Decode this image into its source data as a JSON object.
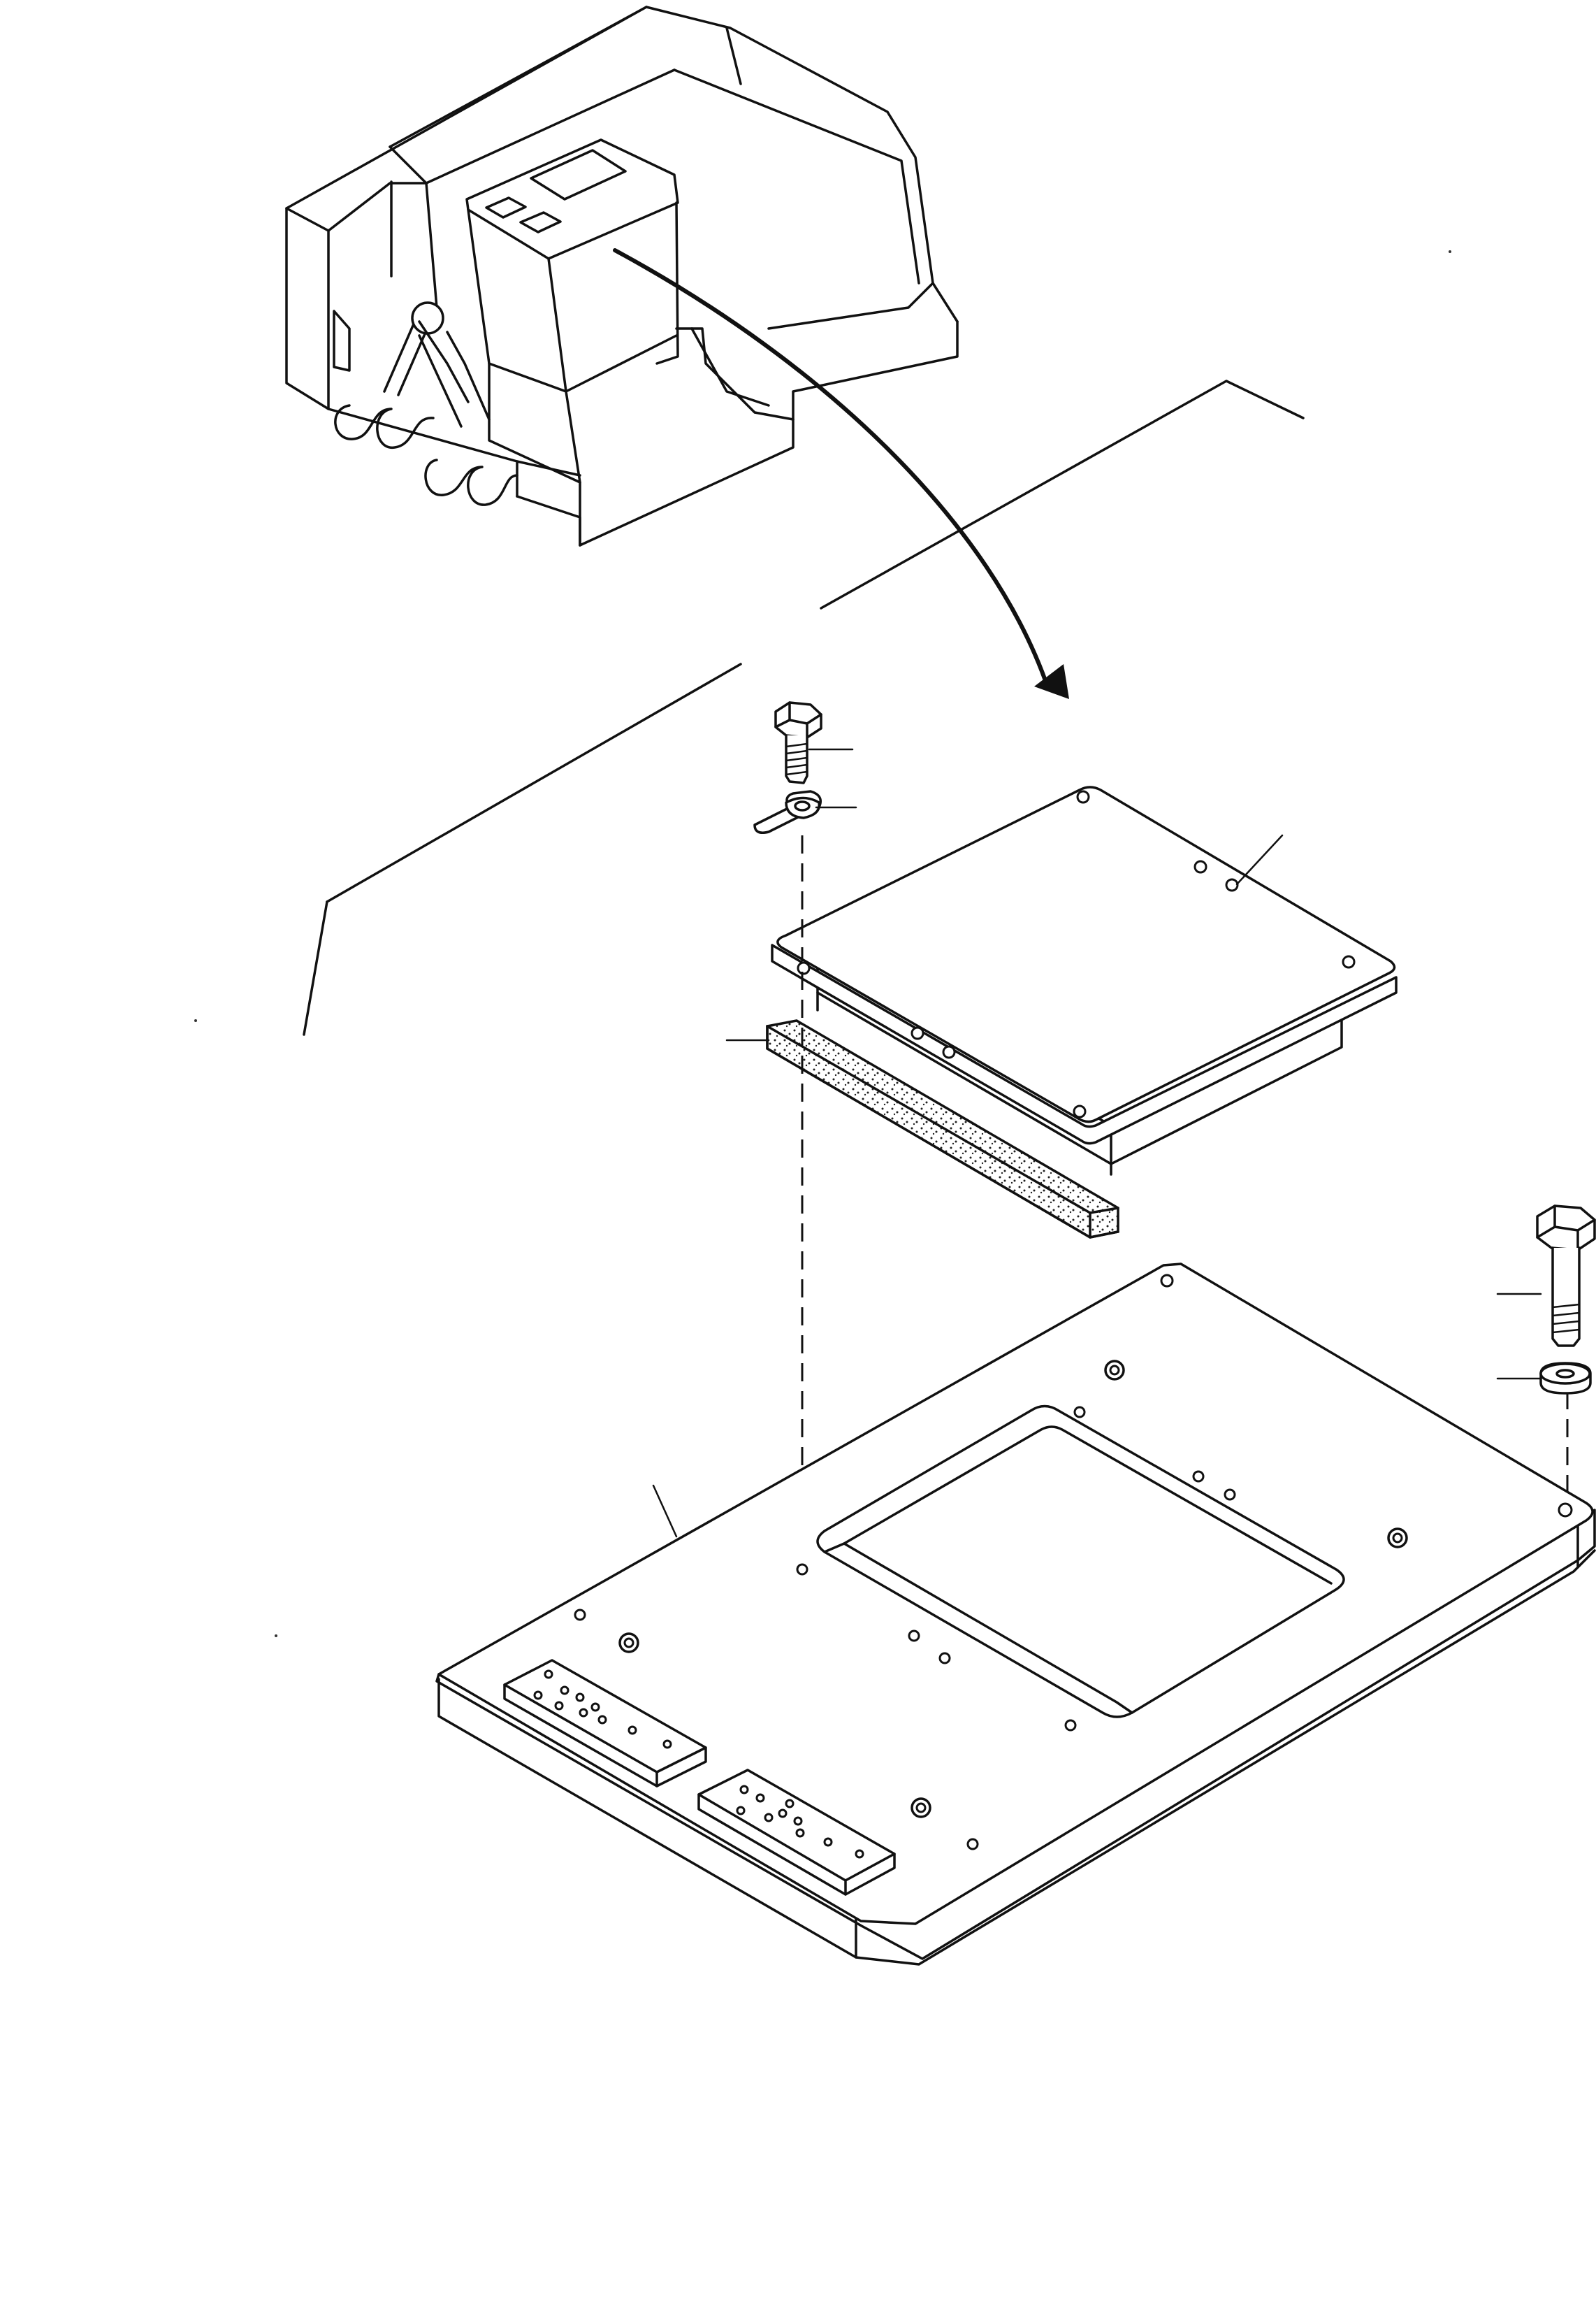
{
  "figure": {
    "kind": "exploded-parts-diagram",
    "labels": []
  },
  "parts": [
    {
      "name": "machine-cab"
    },
    {
      "name": "monitor-panel"
    },
    {
      "name": "monitor-cover-plate"
    },
    {
      "name": "foam-gasket"
    },
    {
      "name": "mounting-base-plate"
    },
    {
      "name": "short-bolt"
    },
    {
      "name": "tab-washer"
    },
    {
      "name": "long-bolt"
    },
    {
      "name": "flat-washer"
    }
  ],
  "colors": {
    "line": "#111111",
    "background": "#ffffff",
    "fill": "#ffffff"
  }
}
